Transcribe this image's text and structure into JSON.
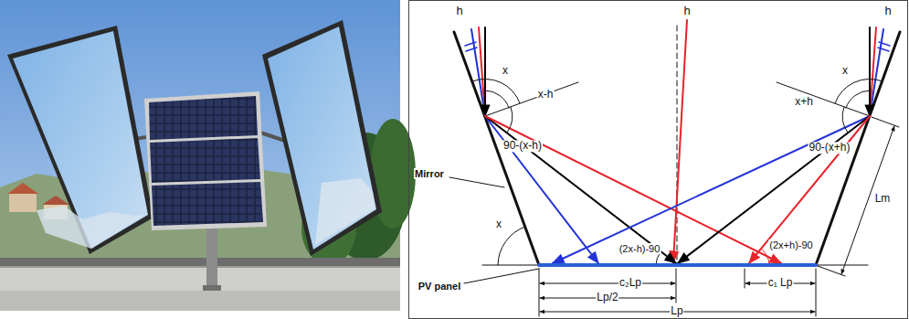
{
  "diagram": {
    "labels": [
      "h",
      "h",
      "h",
      "x",
      "x",
      "x-h",
      "x+h",
      "90-(x-h)",
      "90-(x+h)",
      "Mirror",
      "x",
      "Lm",
      "(2x+h)-90",
      "(2x-h)-90",
      "PV panel",
      "c₂Lp",
      "c₁ Lp",
      "Lp/2",
      "Lp"
    ]
  }
}
